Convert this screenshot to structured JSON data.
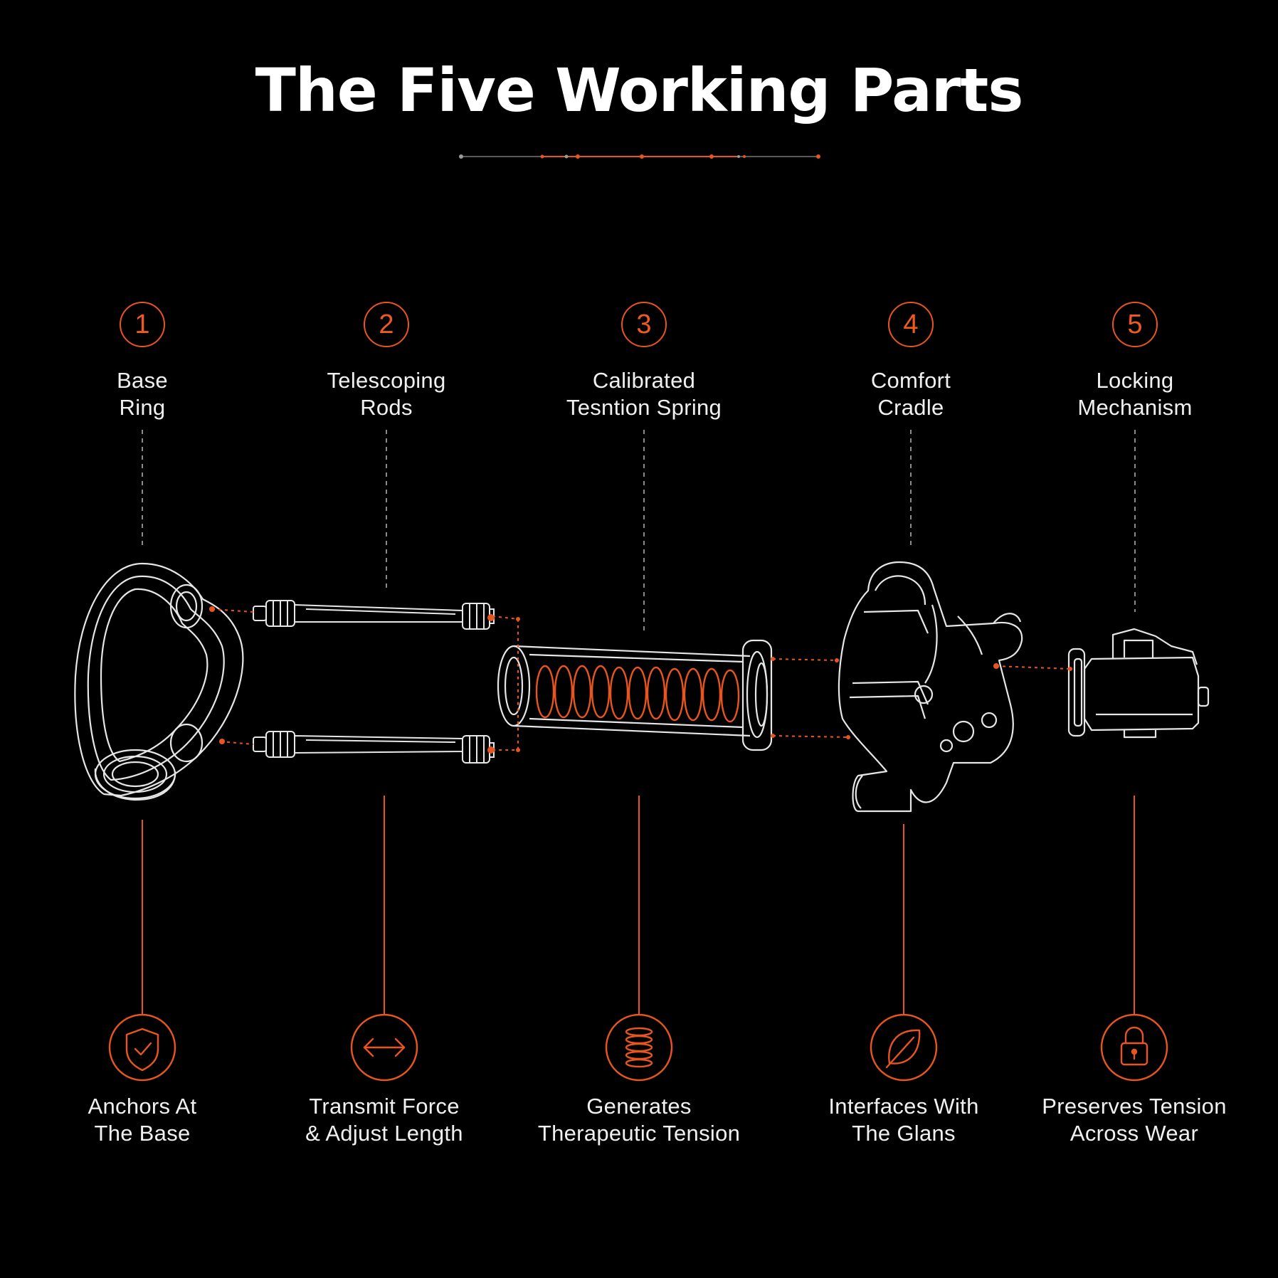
{
  "title": "The Five Working Parts",
  "colors": {
    "accent": "#e8551f",
    "background": "#000000",
    "line_art": "#e6e6e6"
  },
  "parts": [
    {
      "number": "1",
      "label": "Base\nRing",
      "description": "Anchors At\nThe Base",
      "icon": "shield-check-icon"
    },
    {
      "number": "2",
      "label": "Telescoping\nRods",
      "description": "Transmit Force\n& Adjust Length",
      "icon": "double-arrow-icon"
    },
    {
      "number": "3",
      "label": "Calibrated\nTesntion Spring",
      "description": "Generates\nTherapeutic Tension",
      "icon": "coil-spring-icon"
    },
    {
      "number": "4",
      "label": "Comfort\nCradle",
      "description": "Interfaces With\nThe Glans",
      "icon": "leaf-icon"
    },
    {
      "number": "5",
      "label": "Locking\nMechanism",
      "description": "Preserves Tension\nAcross Wear",
      "icon": "padlock-icon"
    }
  ]
}
